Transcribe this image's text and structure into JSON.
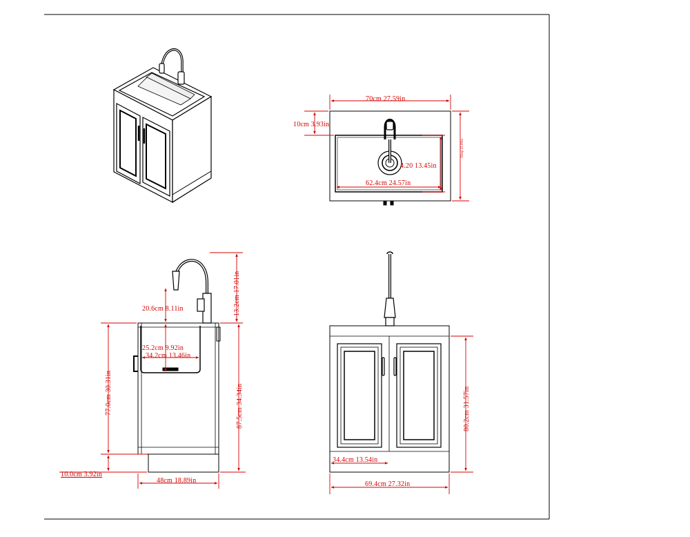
{
  "top_view": {
    "width": "70cm  27.59in",
    "depth_offset": "10cm 3.93in",
    "bowl_depth": "4.20 13.45in",
    "bowl_width": "62.4cm 24.57in",
    "overall_depth": "Deep 21.00in"
  },
  "side_view": {
    "faucet_height": "13.2cm 17.01in",
    "spout_height": "20.6cm 8.11in",
    "bowl_height": "25.2cm 9.92in",
    "bowl_width": "34.2cm  13.46in",
    "cabinet_height": "77.0cm 30.31in",
    "total_height": "87.5cm 34.34in",
    "toe_kick": "10.0cm 3.92in",
    "depth": "48cm  18.89in"
  },
  "front_view": {
    "cabinet_height": "80.2cm 31.57in",
    "door_width": "34.4cm  13.54in",
    "width": "69.4cm 27.32in"
  },
  "colors": {
    "dimension": "#d40000",
    "line": "#000000"
  }
}
